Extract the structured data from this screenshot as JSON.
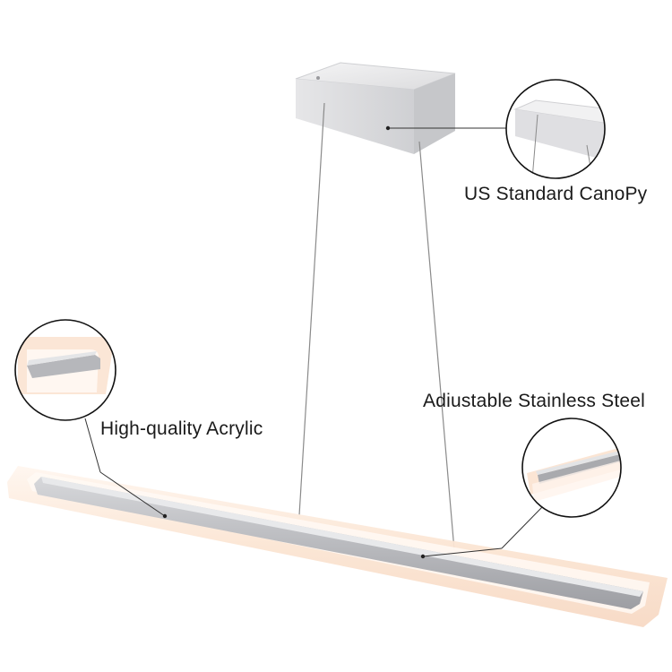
{
  "callouts": {
    "canopy": {
      "label": "US Standard CanoPy"
    },
    "acrylic": {
      "label": "High-quality Acrylic"
    },
    "steel": {
      "label": "Adiustable Stainless Steel"
    }
  },
  "colors": {
    "background": "#ffffff",
    "canopy_light": "#ededee",
    "canopy_dark": "#c9cacd",
    "frame_gray": "#b5b6ba",
    "acrylic_glow": "#fbe7d8",
    "wire": "#8a8a8a",
    "leader_line": "#333333"
  }
}
